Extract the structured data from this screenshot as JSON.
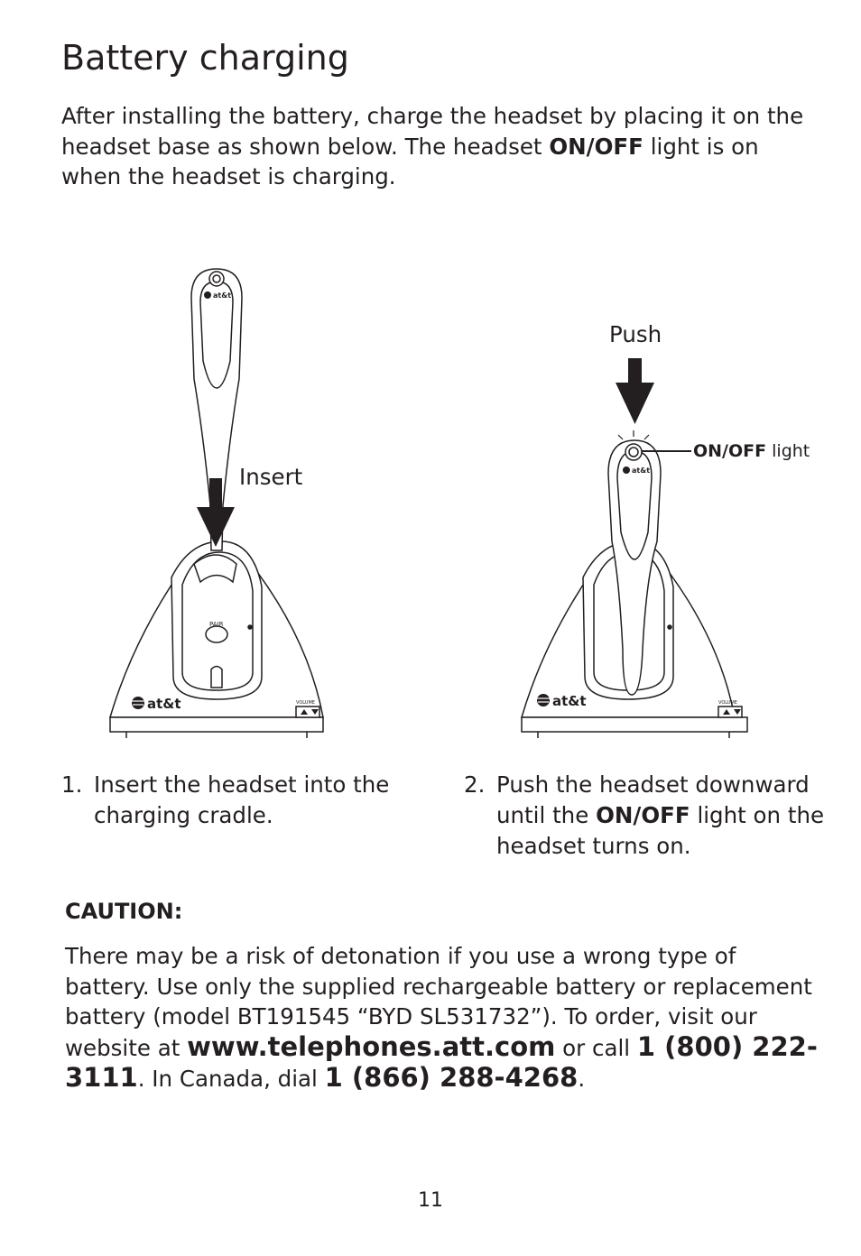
{
  "page": {
    "title": "Battery charging",
    "intro": {
      "before": "After installing the battery, charge the headset by placing it on the headset base as shown below. The headset ",
      "bold": "ON/OFF",
      "after": " light is on when the headset is charging."
    },
    "figure": {
      "insert_label": "Insert",
      "push_label": "Push",
      "onoff_bold": "ON/OFF",
      "onoff_rest": " light",
      "brand": "at&t",
      "pair_label": "PAIR",
      "volume_label": "VOLUME"
    },
    "steps": [
      {
        "num": "1.",
        "text": "Insert the headset into the charging cradle."
      },
      {
        "num": "2.",
        "before": "Push the headset downward until the ",
        "bold": "ON/OFF",
        "after": " light on the headset turns on."
      }
    ],
    "caution": {
      "heading": "CAUTION:",
      "text1": "There may be a risk of detonation if you use a wrong type of battery. Use only the supplied rechargeable battery or replacement battery (model BT191545 “BYD SL531732”). To order, visit our website at ",
      "website": "www.telephones.att.com",
      "text2": " or call ",
      "phone1": "1 (800) 222-3111",
      "text3": ". In Canada, dial ",
      "phone2": "1 (866) 288-4268",
      "text4": "."
    },
    "page_number": "11"
  }
}
